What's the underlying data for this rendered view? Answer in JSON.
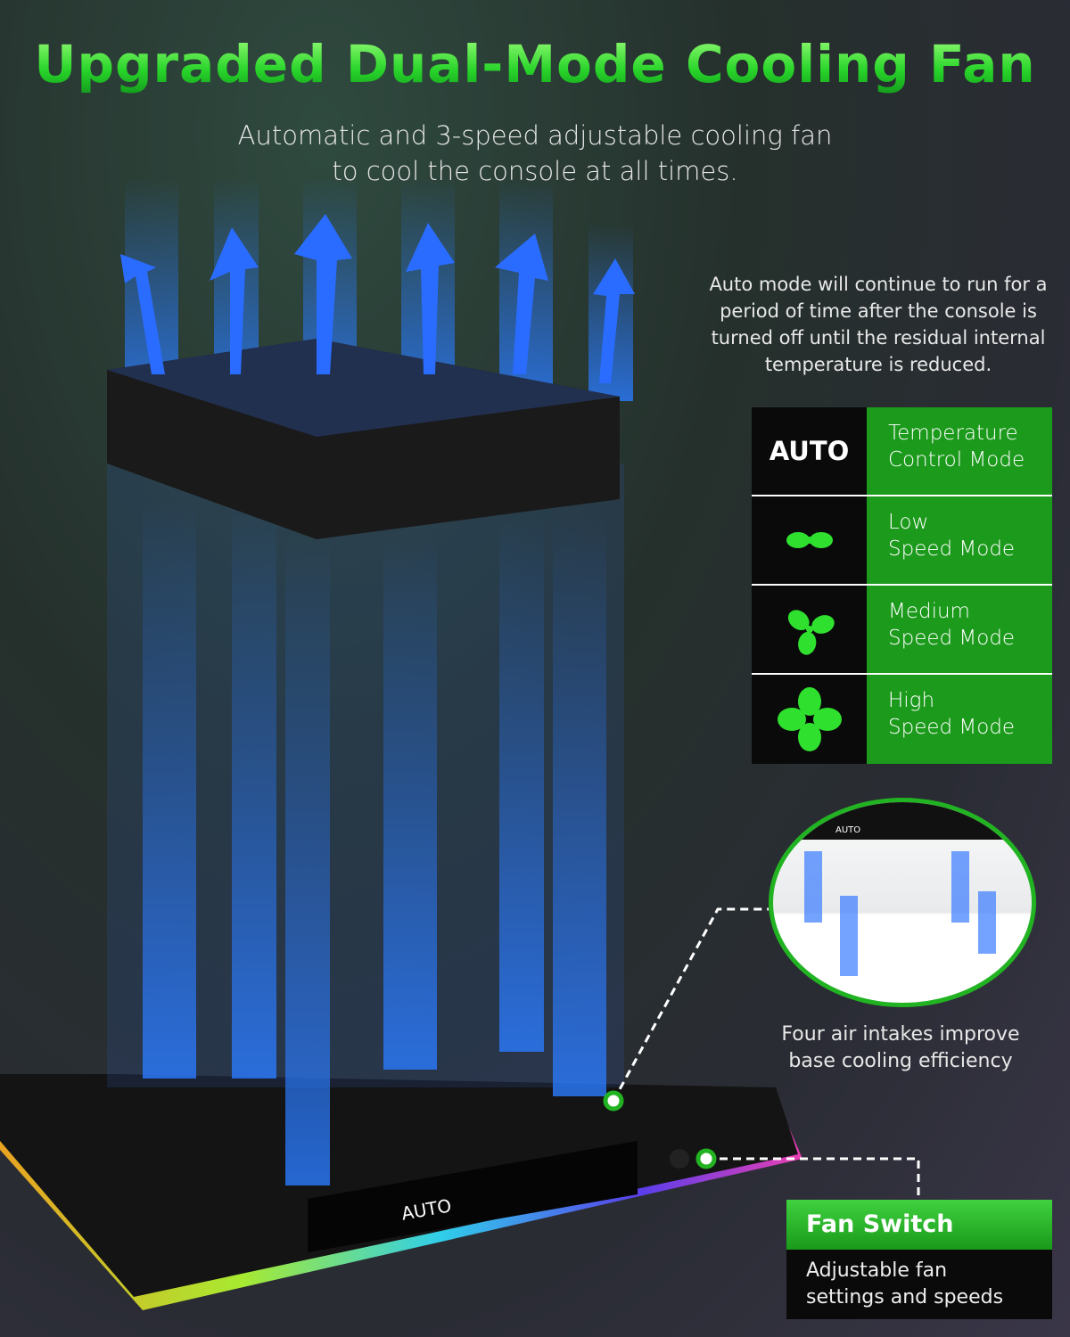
{
  "title": "Upgraded Dual-Mode Cooling Fan",
  "subtitle": [
    "Automatic and 3-speed adjustable cooling fan",
    "to cool the console at all times."
  ],
  "auto_note": "Auto mode will continue to run for a period of time after the console is turned off until the residual internal temperature is reduced.",
  "modes": [
    {
      "icon": "AUTO",
      "line1": "Temperature",
      "line2": "Control Mode"
    },
    {
      "icon": "low-fan-icon",
      "line1": "Low",
      "line2": "Speed Mode"
    },
    {
      "icon": "medium-fan-icon",
      "line1": "Medium",
      "line2": "Speed Mode"
    },
    {
      "icon": "high-fan-icon",
      "line1": "High",
      "line2": "Speed Mode"
    }
  ],
  "inset_panel_label": "AUTO",
  "panel_label": "AUTO",
  "intake_caption": "Four air intakes improve base cooling efficiency",
  "fan_switch": {
    "title": "Fan Switch",
    "desc1": "Adjustable fan",
    "desc2": "settings and speeds"
  },
  "colors": {
    "green": "#1c9a1c",
    "accent": "#2fd52f",
    "bg": "#25302c"
  }
}
